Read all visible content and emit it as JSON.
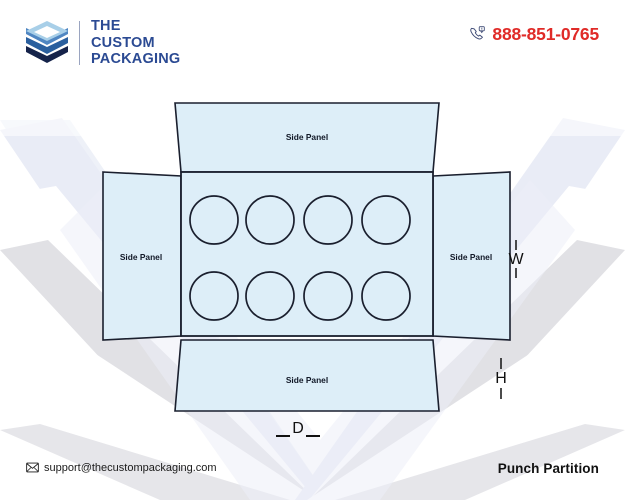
{
  "header": {
    "logo": {
      "icon": "stacked-layers-logo-icon",
      "line1": "THE",
      "line2": "CUSTOM",
      "line3": "PACKAGING",
      "color": "#2b4a93"
    },
    "phone": {
      "icon": "phone-call-icon",
      "number": "888-851-0765",
      "color": "#e02b28"
    }
  },
  "diagram": {
    "panels": {
      "top_label": "Side Panel",
      "left_label": "Side Panel",
      "right_label": "Side Panel",
      "bottom_label": "Side Panel"
    },
    "dimensions": {
      "width_label": "W",
      "height_label": "H",
      "depth_label": "D"
    },
    "punch_holes": {
      "rows": 2,
      "columns": 4,
      "total": 8
    },
    "colors": {
      "panel_fill": "#ddeef8",
      "panel_stroke": "#1a1f2e"
    }
  },
  "footer": {
    "email_icon": "envelope-icon",
    "email": "support@thecustompackaging.com",
    "title": "Punch Partition"
  },
  "background": {
    "base": "#ffffff",
    "stripe_light": "#eef1f8",
    "stripe_mid": "#e3e5ef",
    "stripe_dark": "#d8d8da"
  }
}
